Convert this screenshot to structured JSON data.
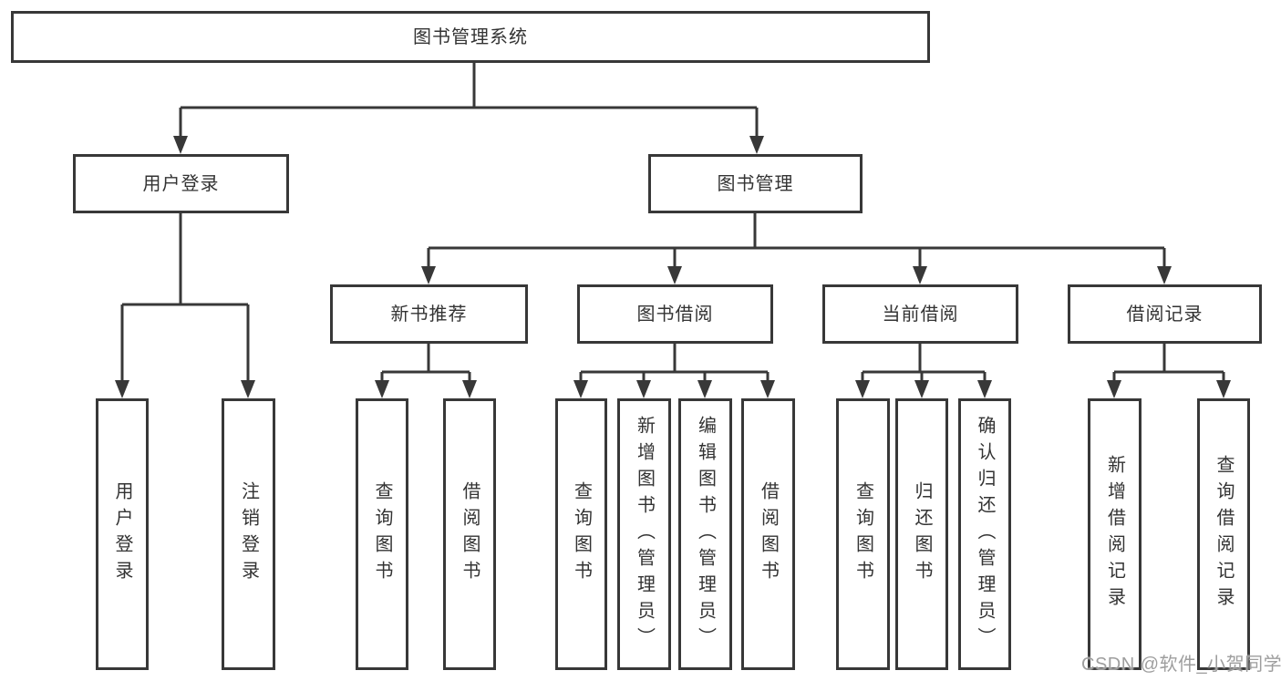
{
  "diagram": {
    "root": {
      "label": "图书管理系统"
    },
    "level2": [
      {
        "label": "用户登录"
      },
      {
        "label": "图书管理"
      }
    ],
    "level3": [
      {
        "label": "新书推荐"
      },
      {
        "label": "图书借阅"
      },
      {
        "label": "当前借阅"
      },
      {
        "label": "借阅记录"
      }
    ],
    "leaves": {
      "user": [
        "用户登录",
        "注销登录"
      ],
      "newbook": [
        "查询图书",
        "借阅图书"
      ],
      "borrow": [
        "查询图书",
        "新增图书（管理员）",
        "编辑图书（管理员）",
        "借阅图书"
      ],
      "current": [
        "查询图书",
        "归还图书",
        "确认归还（管理员）"
      ],
      "records": [
        "新增借阅记录",
        "查询借阅记录"
      ]
    }
  },
  "watermark": {
    "text": "CSDN @软件_小贺同学"
  },
  "colors": {
    "line": "#383838",
    "text": "#333333",
    "box_background": "#ffffff",
    "watermark": "#9e9e9e",
    "page_background": "#ffffff"
  }
}
